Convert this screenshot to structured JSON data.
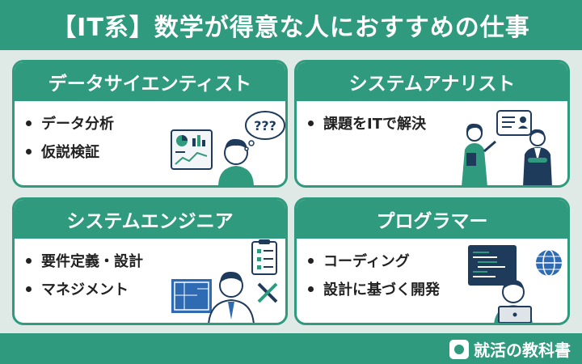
{
  "title": "【IT系】数学が得意な人におすすめの仕事",
  "cards": [
    {
      "title": "データサイエンティスト",
      "items": [
        "データ分析",
        "仮説検証"
      ]
    },
    {
      "title": "システムアナリスト",
      "items": [
        "課題をITで解決"
      ]
    },
    {
      "title": "システムエンジニア",
      "items": [
        "要件定義・設計",
        "マネジメント"
      ]
    },
    {
      "title": "プログラマー",
      "items": [
        "コーディング",
        "設計に基づく開発"
      ]
    }
  ],
  "illustration_text": {
    "question_marks": "???"
  },
  "brand": {
    "name": "就活の教科書"
  },
  "colors": {
    "accent": "#2f9a7e",
    "background": "#dfeae6",
    "dark": "#1f3b5c"
  }
}
